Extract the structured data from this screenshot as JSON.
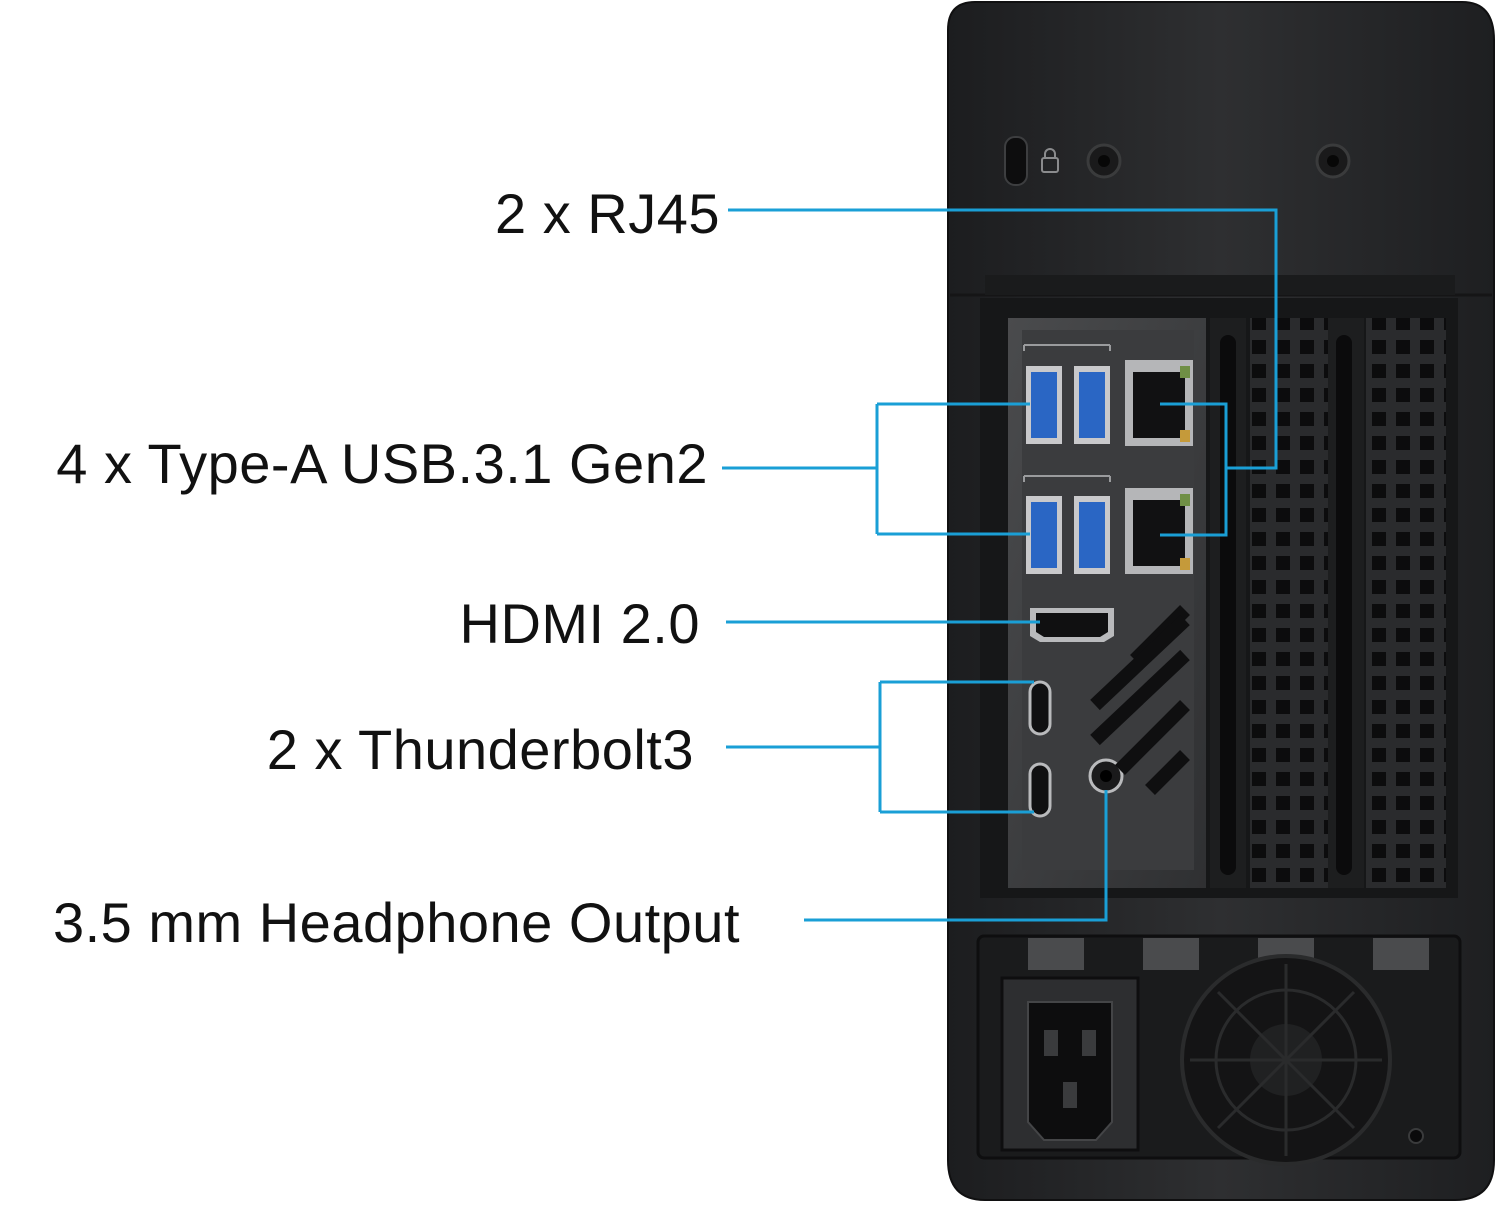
{
  "callouts": {
    "rj45": "2 x RJ45",
    "usb": "4 x Type-A USB.3.1 Gen2",
    "hdmi": "HDMI 2.0",
    "thunderbolt": "2 x Thunderbolt3",
    "headphone": "3.5 mm Headphone Output"
  },
  "colors": {
    "leader_line": "#1a9fd6",
    "case_body": "#2b2c2e",
    "io_plate": "#3a3b3d",
    "usb_port": "#2f6fd0"
  }
}
